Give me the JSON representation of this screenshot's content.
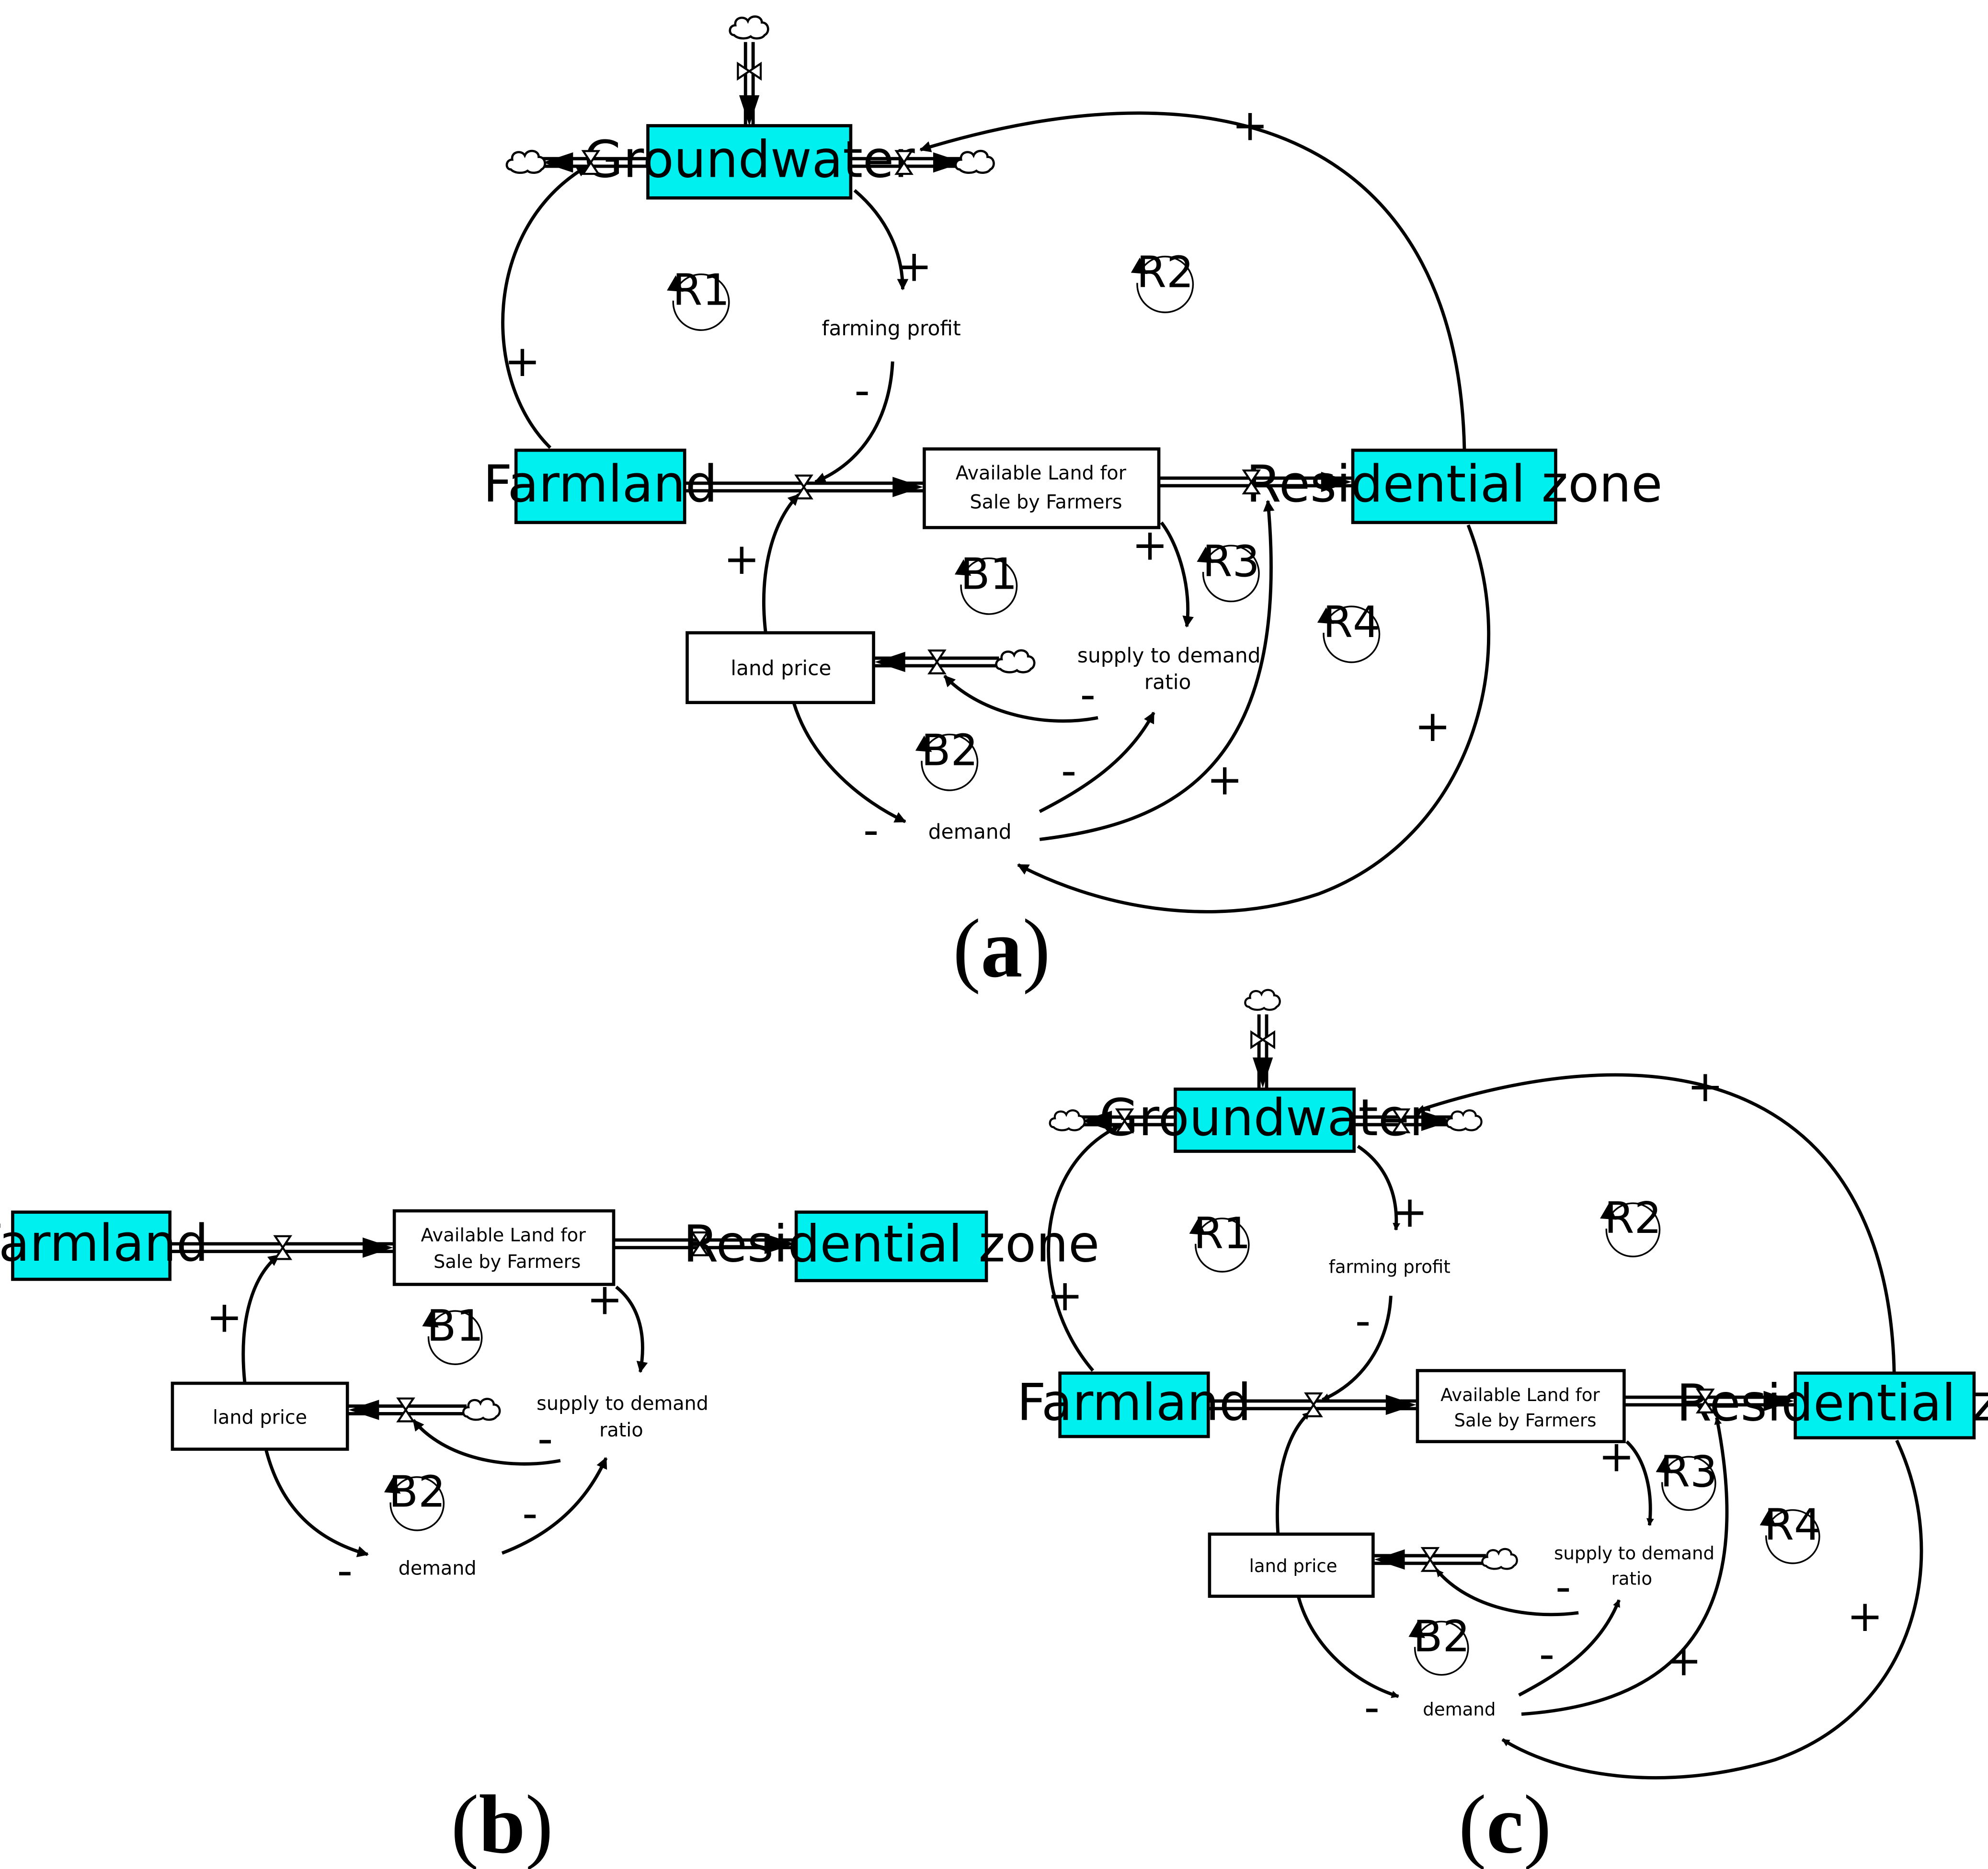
{
  "colors": {
    "stock_fill": "#00f0f0",
    "line": "#000000",
    "background": "#ffffff"
  },
  "icons": [
    "cloud-icon",
    "valve-icon",
    "arrowhead-icon",
    "loop-arrow-icon"
  ],
  "node_labels": {
    "groundwater": "Groundwater",
    "farming_profit": "farming profit",
    "farmland": "Farmland",
    "available_line1": "Available Land for",
    "available_line2": "Sale by Farmers",
    "residential": "Residential zone",
    "land_price": "land price",
    "supply_line1": "supply to demand",
    "supply_line2": "ratio",
    "demand": "demand"
  },
  "polarities": {
    "plus": "+",
    "minus": "-"
  },
  "loops": [
    "R1",
    "R2",
    "R3",
    "R4",
    "B1",
    "B2"
  ],
  "panels": [
    {
      "id": "a",
      "caption_open": "(",
      "caption_letter": "a",
      "caption_close": ")",
      "loops": [
        "R1",
        "R2",
        "R3",
        "R4",
        "B1",
        "B2"
      ]
    },
    {
      "id": "b",
      "caption_open": "(",
      "caption_letter": "b",
      "caption_close": ")",
      "loops": [
        "B1",
        "B2"
      ]
    },
    {
      "id": "c",
      "caption_open": "(",
      "caption_letter": "c",
      "caption_close": ")",
      "loops": [
        "R1",
        "R2",
        "R3",
        "R4",
        "B1",
        "B2"
      ]
    }
  ]
}
